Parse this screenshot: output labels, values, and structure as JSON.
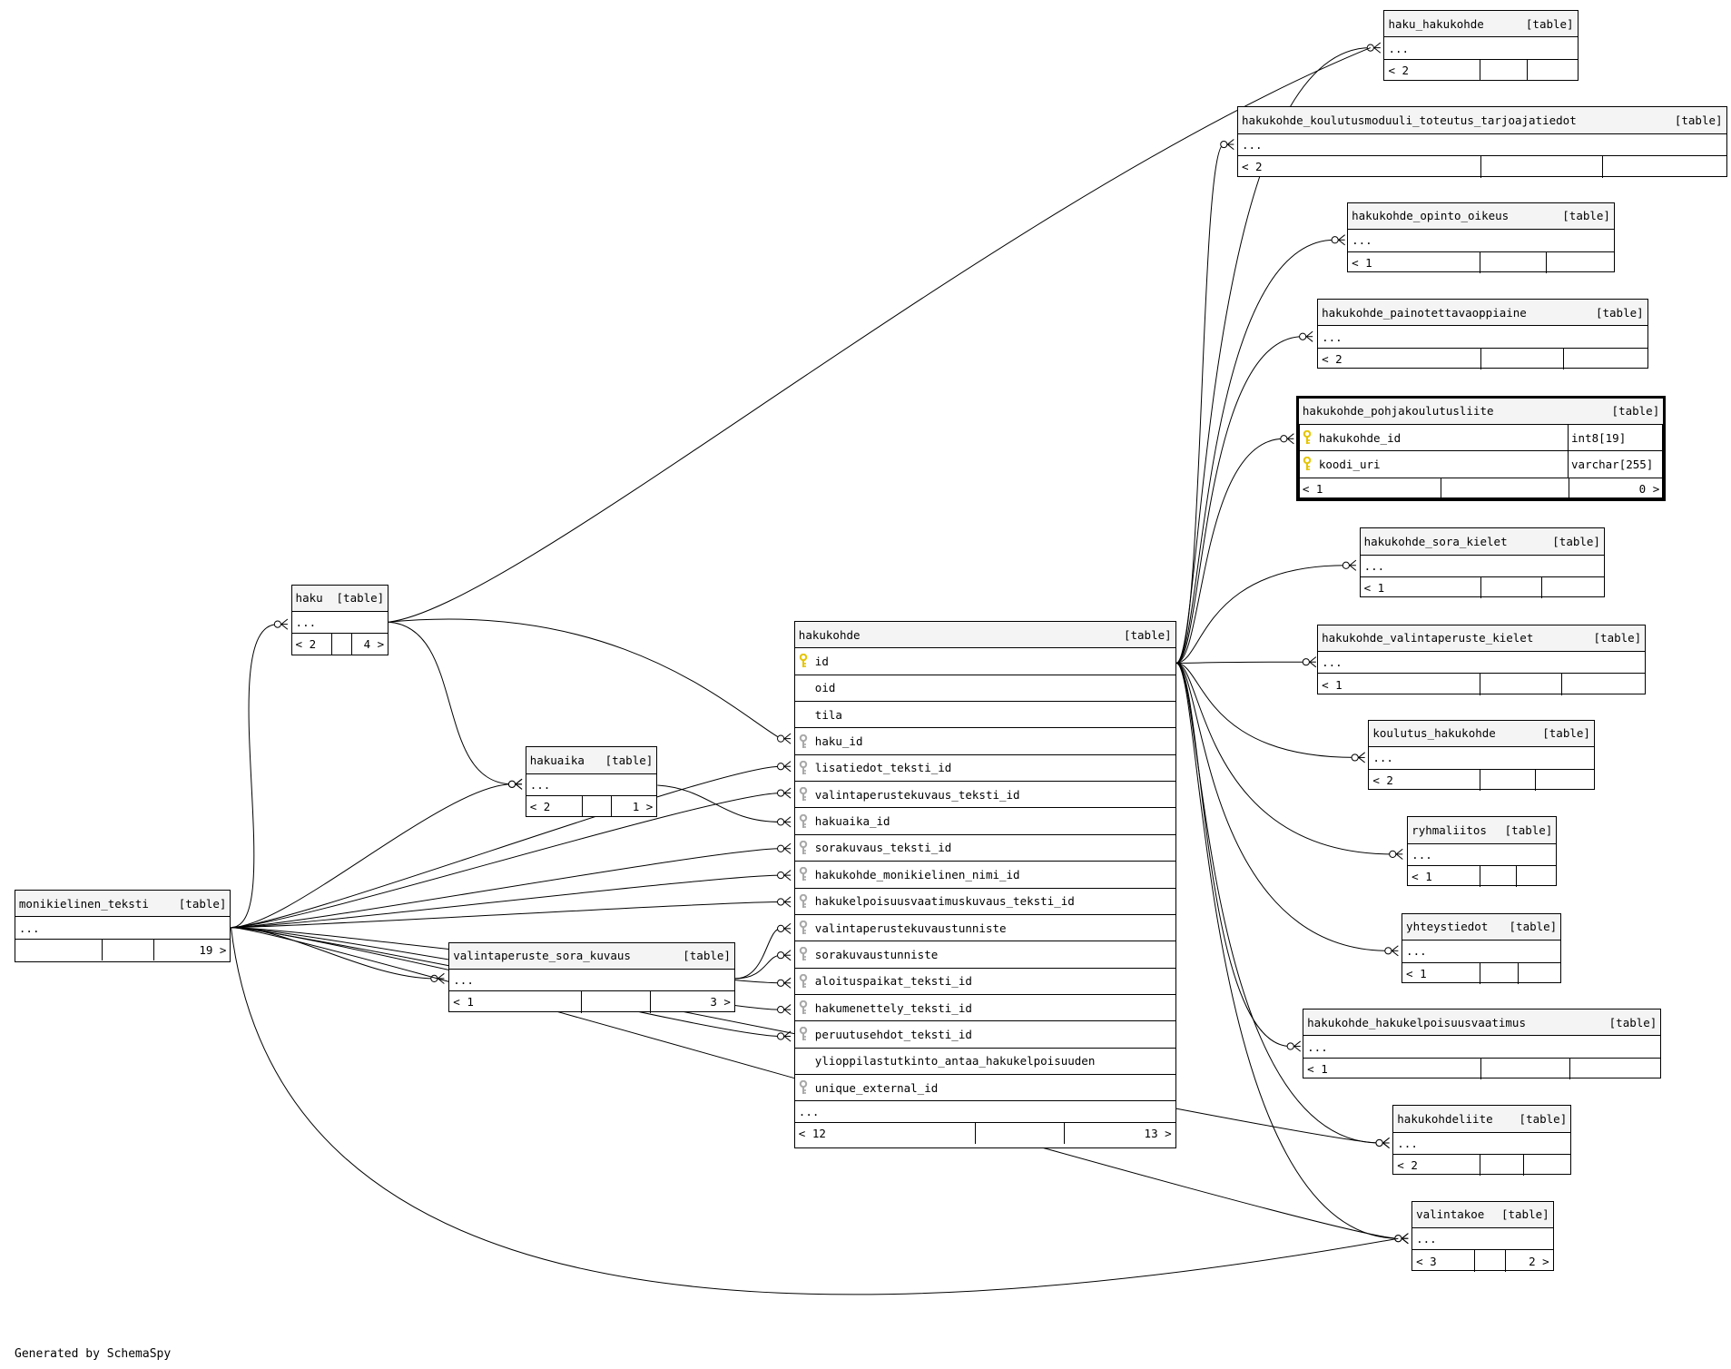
{
  "tables": [
    {
      "id": "haku_hakukohde",
      "name": "haku_hakukohde",
      "tag": "[table]",
      "rows": [],
      "more": "...",
      "parents": "< 2",
      "children": ""
    },
    {
      "id": "hakukohde_koulutusmoduuli_toteutus_tarjoajatiedot",
      "name": "hakukohde_koulutusmoduuli_toteutus_tarjoajatiedot",
      "tag": "[table]",
      "rows": [],
      "more": "...",
      "parents": "< 2",
      "children": ""
    },
    {
      "id": "hakukohde_opinto_oikeus",
      "name": "hakukohde_opinto_oikeus",
      "tag": "[table]",
      "rows": [],
      "more": "...",
      "parents": "< 1",
      "children": ""
    },
    {
      "id": "hakukohde_painotettavaoppiaine",
      "name": "hakukohde_painotettavaoppiaine",
      "tag": "[table]",
      "rows": [],
      "more": "...",
      "parents": "< 2",
      "children": ""
    },
    {
      "id": "hakukohde_pohjakoulutusliite",
      "name": "hakukohde_pohjakoulutusliite",
      "tag": "[table]",
      "rows": [
        {
          "name": "hakukohde_id",
          "type": "int8[19]",
          "key": "primary"
        },
        {
          "name": "koodi_uri",
          "type": "varchar[255]",
          "key": "primary"
        }
      ],
      "more": "",
      "parents": "< 1",
      "children": "0 >"
    },
    {
      "id": "hakukohde_sora_kielet",
      "name": "hakukohde_sora_kielet",
      "tag": "[table]",
      "rows": [],
      "more": "...",
      "parents": "< 1",
      "children": ""
    },
    {
      "id": "hakukohde_valintaperuste_kielet",
      "name": "hakukohde_valintaperuste_kielet",
      "tag": "[table]",
      "rows": [],
      "more": "...",
      "parents": "< 1",
      "children": ""
    },
    {
      "id": "koulutus_hakukohde",
      "name": "koulutus_hakukohde",
      "tag": "[table]",
      "rows": [],
      "more": "...",
      "parents": "< 2",
      "children": ""
    },
    {
      "id": "ryhmaliitos",
      "name": "ryhmaliitos",
      "tag": "[table]",
      "rows": [],
      "more": "...",
      "parents": "< 1",
      "children": ""
    },
    {
      "id": "yhteystiedot",
      "name": "yhteystiedot",
      "tag": "[table]",
      "rows": [],
      "more": "...",
      "parents": "< 1",
      "children": ""
    },
    {
      "id": "hakukohde_hakukelpoisuusvaatimus",
      "name": "hakukohde_hakukelpoisuusvaatimus",
      "tag": "[table]",
      "rows": [],
      "more": "...",
      "parents": "< 1",
      "children": ""
    },
    {
      "id": "hakukohdeliite",
      "name": "hakukohdeliite",
      "tag": "[table]",
      "rows": [],
      "more": "...",
      "parents": "< 2",
      "children": ""
    },
    {
      "id": "valintakoe",
      "name": "valintakoe",
      "tag": "[table]",
      "rows": [],
      "more": "...",
      "parents": "< 3",
      "children": "2 >"
    },
    {
      "id": "haku",
      "name": "haku",
      "tag": "[table]",
      "rows": [],
      "more": "...",
      "parents": "< 2",
      "children": "4 >"
    },
    {
      "id": "hakuaika",
      "name": "hakuaika",
      "tag": "[table]",
      "rows": [],
      "more": "...",
      "parents": "< 2",
      "children": "1 >"
    },
    {
      "id": "monikielinen_teksti",
      "name": "monikielinen_teksti",
      "tag": "[table]",
      "rows": [],
      "more": "...",
      "parents": "",
      "children": "19 >"
    },
    {
      "id": "valintaperuste_sora_kuvaus",
      "name": "valintaperuste_sora_kuvaus",
      "tag": "[table]",
      "rows": [],
      "more": "...",
      "parents": "< 1",
      "children": "3 >"
    },
    {
      "id": "hakukohde",
      "name": "hakukohde",
      "tag": "[table]",
      "rows": [
        {
          "name": "id",
          "key": "primary"
        },
        {
          "name": "oid",
          "key": "none"
        },
        {
          "name": "tila",
          "key": "none"
        },
        {
          "name": "haku_id",
          "key": "foreign"
        },
        {
          "name": "lisatiedot_teksti_id",
          "key": "foreign"
        },
        {
          "name": "valintaperustekuvaus_teksti_id",
          "key": "foreign"
        },
        {
          "name": "hakuaika_id",
          "key": "foreign"
        },
        {
          "name": "sorakuvaus_teksti_id",
          "key": "foreign"
        },
        {
          "name": "hakukohde_monikielinen_nimi_id",
          "key": "foreign"
        },
        {
          "name": "hakukelpoisuusvaatimuskuvaus_teksti_id",
          "key": "foreign"
        },
        {
          "name": "valintaperustekuvaustunniste",
          "key": "foreign"
        },
        {
          "name": "sorakuvaustunniste",
          "key": "foreign"
        },
        {
          "name": "aloituspaikat_teksti_id",
          "key": "foreign"
        },
        {
          "name": "hakumenettely_teksti_id",
          "key": "foreign"
        },
        {
          "name": "peruutusehdot_teksti_id",
          "key": "foreign"
        },
        {
          "name": "ylioppilastutkinto_antaa_hakukelpoisuuden",
          "key": "none"
        },
        {
          "name": "unique_external_id",
          "key": "foreign"
        }
      ],
      "more": "...",
      "parents": "< 12",
      "children": "13 >"
    }
  ],
  "footer": "Generated by SchemaSpy",
  "colors": {
    "primary_key": "#e5c400",
    "foreign_key": "#a8a8a8",
    "line": "#000000",
    "header": "#f4f4f4"
  }
}
